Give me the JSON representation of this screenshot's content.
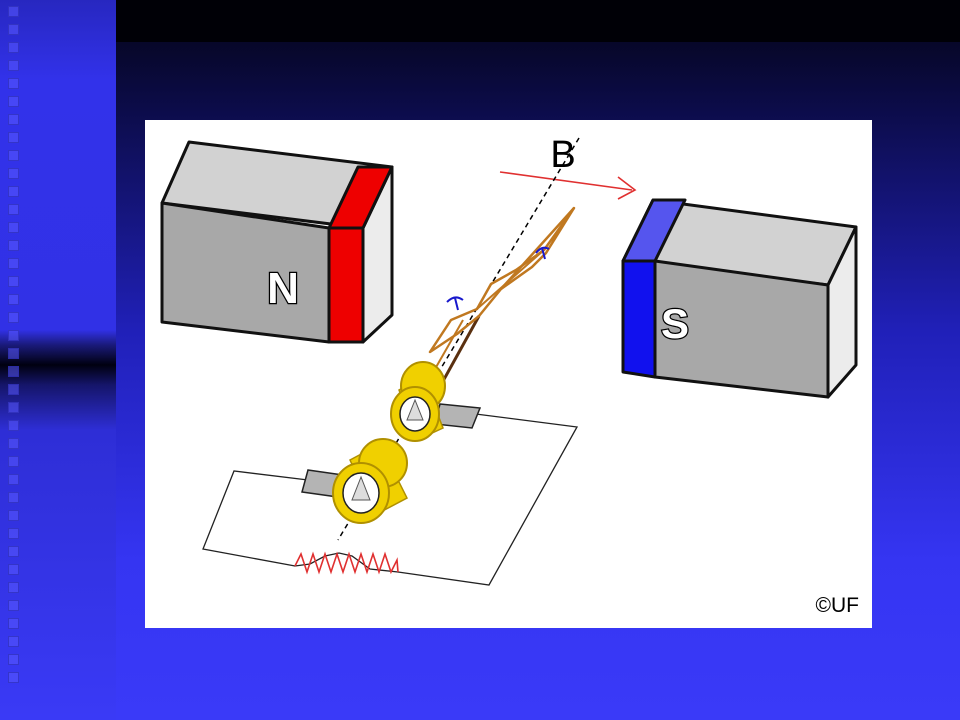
{
  "figure": {
    "field_label": "B",
    "north_label": "N",
    "south_label": "S",
    "copyright": "©UF"
  },
  "colors": {
    "slide_background": "#3535f2",
    "north_pole": "#ee0000",
    "south_pole": "#1111ee",
    "magnet_body": "#a8a8a8",
    "coil": "#c07820",
    "slip_ring": "#f0d000",
    "brush": "#1818cc",
    "field_arrow": "#e03030",
    "resistor": "#e03030"
  }
}
